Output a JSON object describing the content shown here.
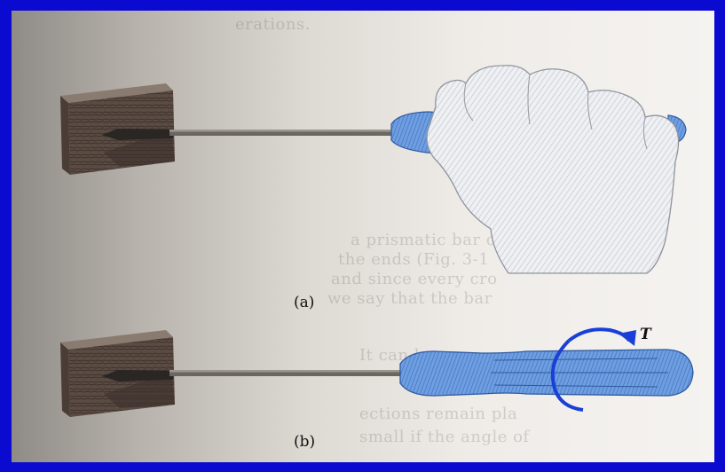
{
  "figure": {
    "caption_a": "(a)",
    "caption_b": "(b)",
    "torque_label": "T"
  },
  "background_text": [
    "erations.",
    "a prismatic bar of cir",
    "the ends (Fig. 3-1",
    "and since every cro",
    "we say that the bar",
    "It can be prov",
    "ections remain pla",
    "small if the angle of"
  ],
  "colors": {
    "border": "#0a0ad0",
    "handle": "#5d8ed6",
    "torque_arrow": "#1a3fd8"
  }
}
